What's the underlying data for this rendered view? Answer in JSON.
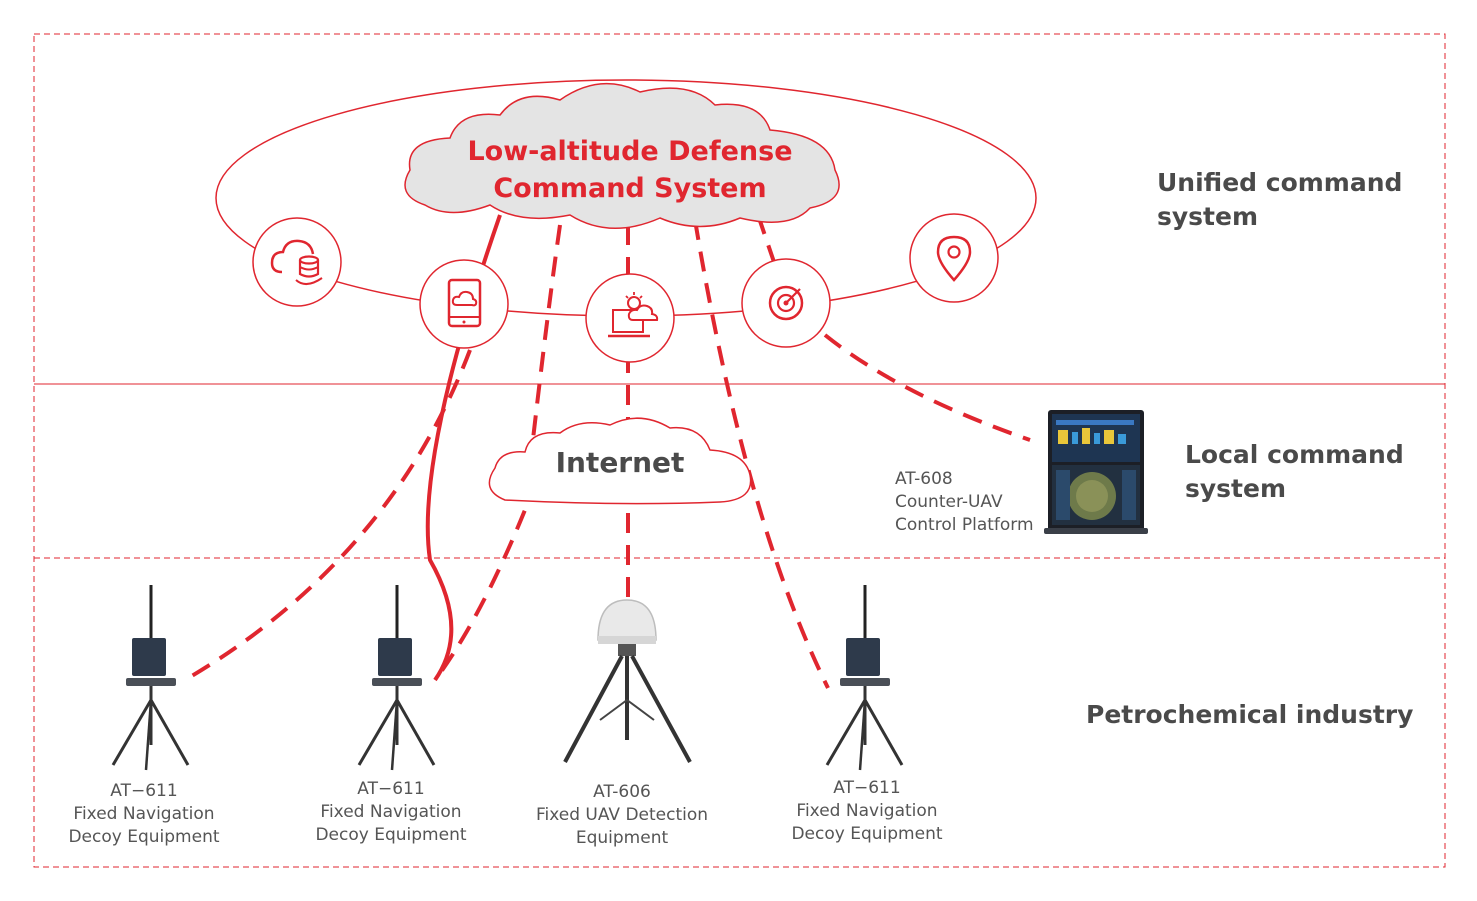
{
  "cloud": {
    "line1": "Low-altitude Defense",
    "line2": "Command System"
  },
  "internet": "Internet",
  "tiers": {
    "unified": {
      "line1": "Unified command",
      "line2": "system"
    },
    "local": {
      "line1": "Local command",
      "line2": "system"
    },
    "petro": "Petrochemical industry"
  },
  "platform": {
    "model": "AT-608",
    "line1": "Counter-UAV",
    "line2": "Control Platform"
  },
  "devices": [
    {
      "model": "AT−611",
      "line1": "Fixed Navigation",
      "line2": "Decoy Equipment"
    },
    {
      "model": "AT−611",
      "line1": "Fixed Navigation",
      "line2": "Decoy Equipment"
    },
    {
      "model": "AT-606",
      "line1": "Fixed UAV Detection",
      "line2": "Equipment"
    },
    {
      "model": "AT−611",
      "line1": "Fixed Navigation",
      "line2": "Decoy Equipment"
    }
  ],
  "icons": [
    "cloud-database-icon",
    "tablet-cloud-icon",
    "laptop-weather-icon",
    "radar-target-icon",
    "location-pin-icon"
  ],
  "colors": {
    "accent": "#e0262f",
    "text": "#4a4a4a",
    "cloud_fill": "#e4e4e4"
  }
}
